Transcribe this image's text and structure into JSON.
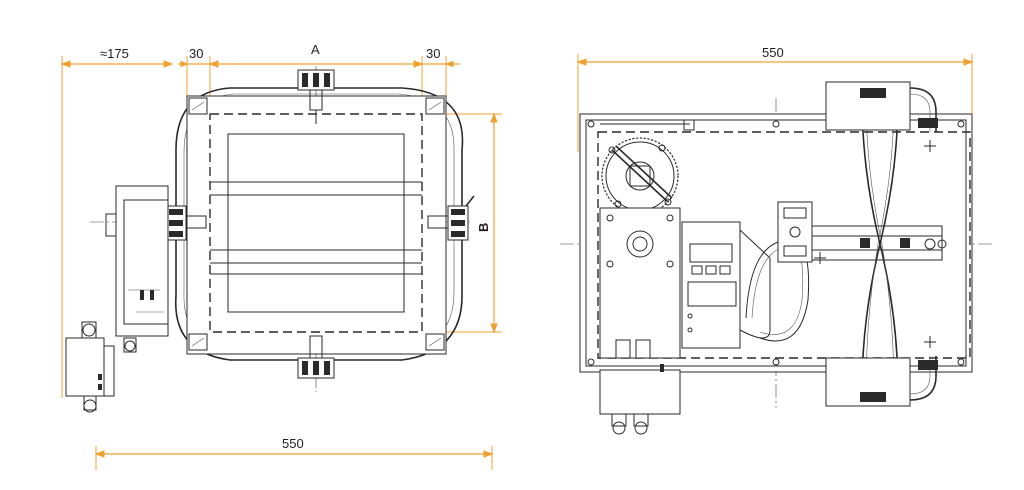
{
  "drawing": {
    "accent_color": "#f0a030",
    "line_color": "#2a2a2a"
  },
  "left_view": {
    "dim_approx": "≈175",
    "dim_left_gap": "30",
    "dim_right_gap": "30",
    "label_A": "A",
    "label_B": "B",
    "dim_bottom_width": "550"
  },
  "right_view": {
    "dim_top_width": "550"
  }
}
